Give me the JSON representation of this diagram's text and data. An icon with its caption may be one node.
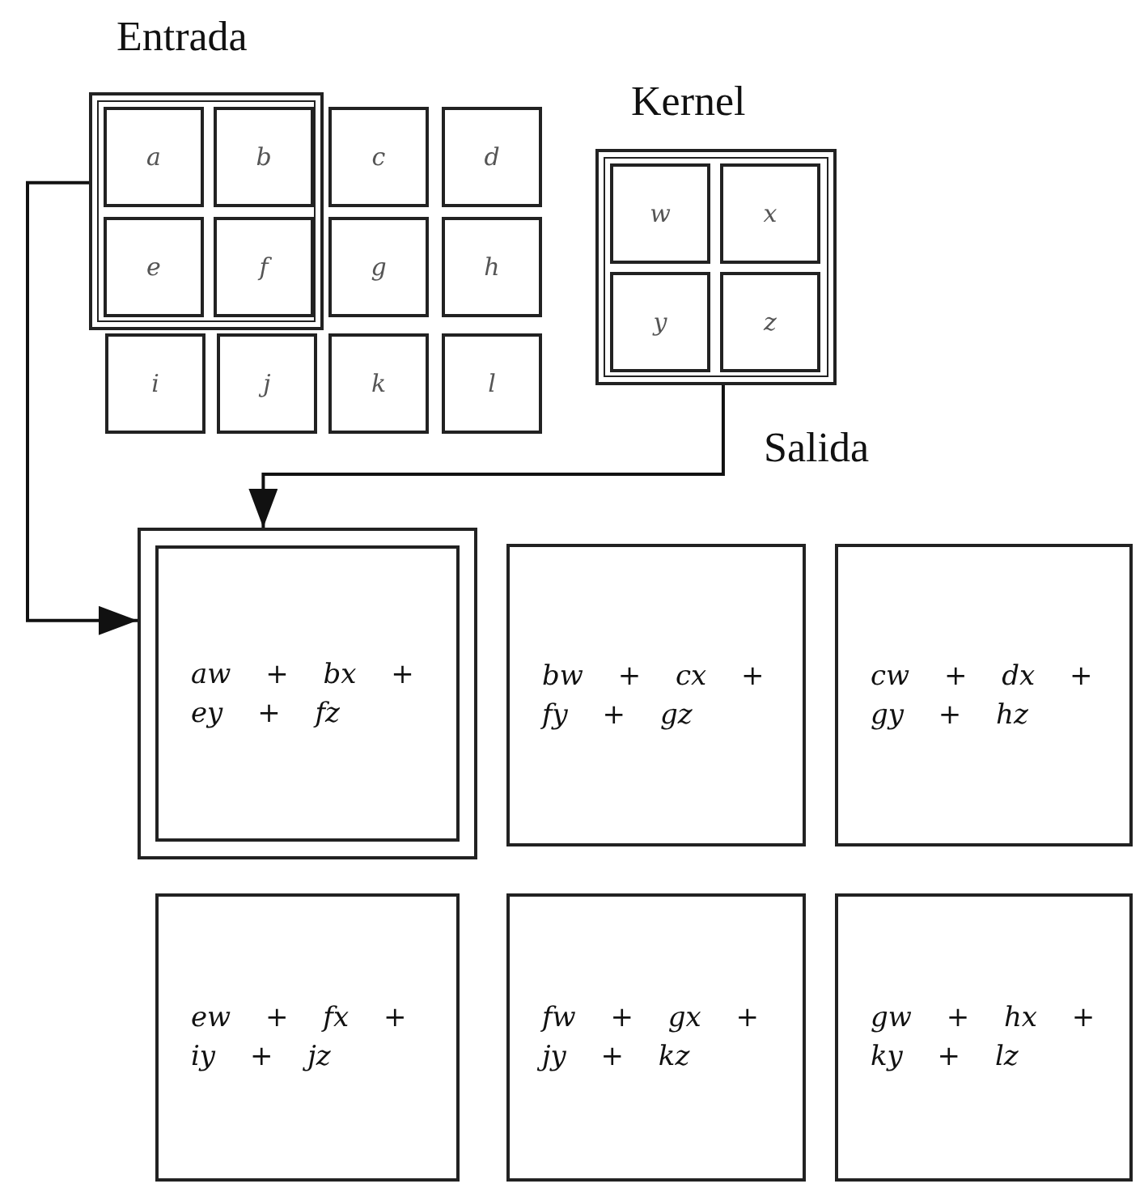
{
  "diagram": {
    "nodes": [
      {
        "text": [],
        "shape": "box"
      },
      {
        "text": [
          "a"
        ],
        "in": 0
      },
      {
        "text": [
          "b"
        ],
        "in": 0
      },
      {
        "text": [
          "c"
        ]
      },
      {
        "text": [
          "d"
        ]
      },
      {
        "text": [
          "e"
        ],
        "in": 0
      },
      {
        "text": [
          "f"
        ],
        "in": 0
      },
      {
        "text": [
          "g"
        ]
      },
      {
        "text": [
          "h"
        ]
      },
      {
        "text": [
          "i"
        ]
      },
      {
        "text": [
          "j"
        ]
      },
      {
        "text": [
          "k"
        ]
      },
      {
        "text": [
          "l"
        ]
      },
      {
        "text": [
          "Kernel"
        ]
      },
      {
        "text": [
          "w"
        ],
        "in": 13
      },
      {
        "text": [
          "x"
        ],
        "in": 13
      },
      {
        "text": [
          "y"
        ],
        "in": 13
      },
      {
        "text": [
          "z"
        ],
        "in": 13
      },
      {
        "text": [
          "aw + bx + ey + fz"
        ]
      },
      {
        "text": [
          "bw + cx + fy + gz"
        ]
      },
      {
        "text": [
          "cw + dx + gy + hz"
        ]
      },
      {
        "text": [
          "ew + fx + iy + jz"
        ]
      },
      {
        "text": [
          "fw + gx + jy + kz"
        ]
      },
      {
        "text": [
          "gw + hx + ky + lz"
        ]
      }
    ],
    "edges": [
      {
        "from": 13,
        "to": 18,
        "arrow": "to"
      },
      {
        "from": 0,
        "to": 18,
        "arrow": "to"
      }
    ],
    "labels": [
      "Entrada",
      "Salida"
    ]
  }
}
